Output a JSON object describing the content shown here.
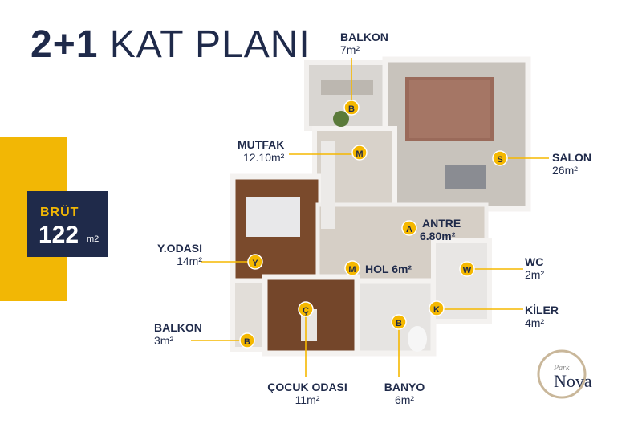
{
  "title": {
    "bold": "2+1",
    "rest": "KAT PLANI"
  },
  "brut": {
    "label": "BRÜT",
    "value": "122",
    "unit": "m2"
  },
  "rooms": {
    "balkon_top": {
      "name": "BALKON",
      "area": "7m²",
      "marker": "B"
    },
    "mutfak": {
      "name": "MUTFAK",
      "area": "12.10m²",
      "marker": "M"
    },
    "salon": {
      "name": "SALON",
      "area": "26m²",
      "marker": "S"
    },
    "antre": {
      "name": "ANTRE",
      "area": "6.80m²",
      "marker": "A"
    },
    "yodasi": {
      "name": "Y.ODASI",
      "area": "14m²",
      "marker": "Y"
    },
    "hol": {
      "name": "HOL 6m²",
      "marker": "M"
    },
    "wc": {
      "name": "WC",
      "area": "2m²",
      "marker": "W"
    },
    "kiler": {
      "name": "KİLER",
      "area": "4m²",
      "marker": "K"
    },
    "balkon_left": {
      "name": "BALKON",
      "area": "3m²",
      "marker": "B"
    },
    "cocuk": {
      "name": "ÇOCUK ODASI",
      "area": "11m²",
      "marker": "Ç"
    },
    "banyo": {
      "name": "BANYO",
      "area": "6m²",
      "marker": "B"
    }
  },
  "logo": {
    "park": "Park",
    "nova": "Nova"
  },
  "colors": {
    "navy": "#1f2a4a",
    "yellow": "#f2b705",
    "marker": "#f5b800"
  }
}
